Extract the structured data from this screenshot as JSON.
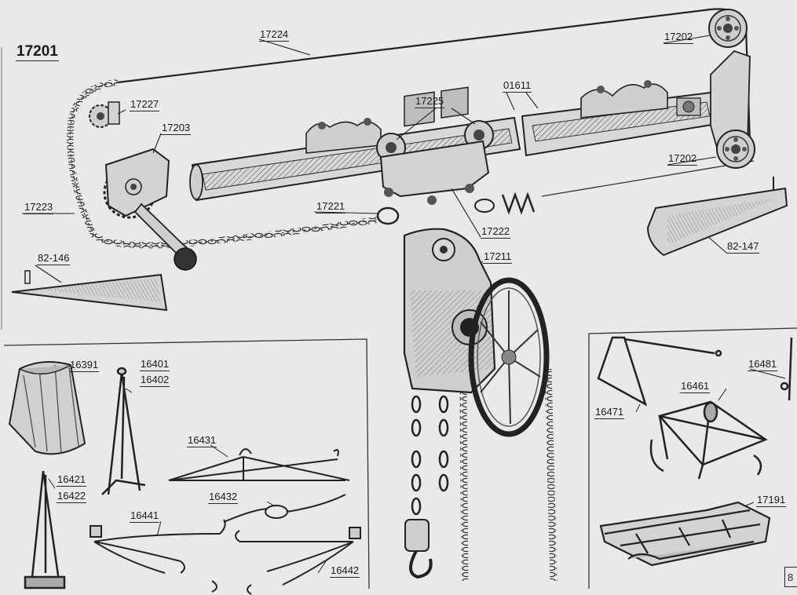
{
  "title": "17201",
  "page_number": "8",
  "labels": {
    "l17224": "17224",
    "l17202a": "17202",
    "l17227": "17227",
    "l17225": "17225",
    "l01611": "01611",
    "l17203": "17203",
    "l17202b": "17202",
    "l17223": "17223",
    "l17221": "17221",
    "l17222": "17222",
    "l82146": "82-146",
    "l82147": "82-147",
    "l17211": "17211",
    "l16391": "16391",
    "l16401": "16401",
    "l16402": "16402",
    "l16431": "16431",
    "l16421": "16421",
    "l16422": "16422",
    "l16432": "16432",
    "l16441": "16441",
    "l16442": "16442",
    "l16471": "16471",
    "l16461": "16461",
    "l16481": "16481",
    "l17191": "17191"
  }
}
